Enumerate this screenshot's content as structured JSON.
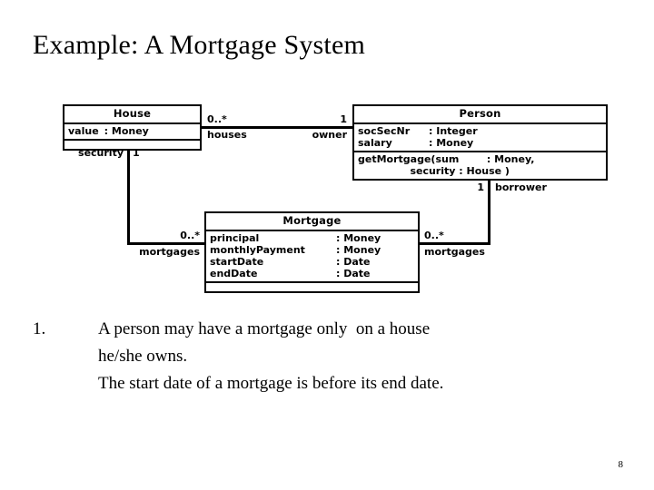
{
  "slide": {
    "title": "Example: A Mortgage System",
    "page_number": "8",
    "background_color": "#ffffff",
    "text_color": "#000000"
  },
  "diagram": {
    "type": "uml-class-diagram",
    "classes": [
      {
        "id": "house",
        "name": "House",
        "attributes": [
          {
            "name": "value",
            "type": ": Money"
          }
        ],
        "operations": []
      },
      {
        "id": "person",
        "name": "Person",
        "attributes": [
          {
            "name": "socSecNr",
            "type": ": Integer"
          },
          {
            "name": "salary",
            "type": ": Money"
          }
        ],
        "operations": [
          "getMortgage(sum        : Money,",
          "               security : House )"
        ]
      },
      {
        "id": "mortgage",
        "name": "Mortgage",
        "attributes": [
          {
            "name": "principal",
            "type": ": Money"
          },
          {
            "name": "monthlyPayment",
            "type": ": Money"
          },
          {
            "name": "startDate",
            "type": ": Date"
          },
          {
            "name": "endDate",
            "type": ": Date"
          }
        ],
        "operations": []
      }
    ],
    "associations": [
      {
        "id": "house-person",
        "from": "House",
        "to": "Person",
        "from_multiplicity": "0..*",
        "from_role": "houses",
        "to_multiplicity": "1",
        "to_role": "owner"
      },
      {
        "id": "house-mortgage",
        "from": "House",
        "to": "Mortgage",
        "from_multiplicity": "1",
        "from_role": "security",
        "to_multiplicity": "0..*",
        "to_role": "mortgages"
      },
      {
        "id": "person-mortgage",
        "from": "Person",
        "to": "Mortgage",
        "from_multiplicity": "1",
        "from_role": "borrower",
        "to_multiplicity": "0..*",
        "to_role": "mortgages"
      }
    ]
  },
  "body": {
    "items": [
      {
        "marker": "1.",
        "lines": [
          "A person may have a mortgage only  on a house",
          "he/she owns.",
          "The start date of a mortgage is before its end date."
        ]
      }
    ]
  }
}
